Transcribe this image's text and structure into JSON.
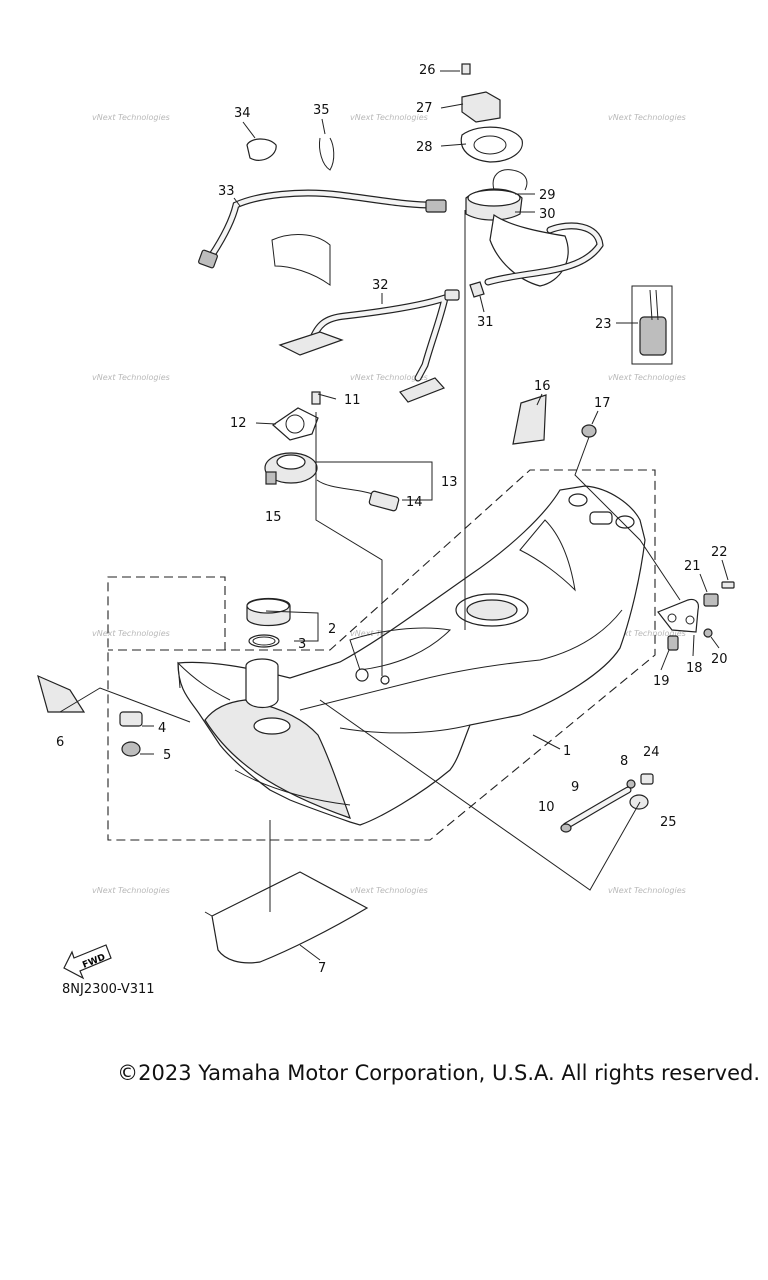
{
  "diagram": {
    "code": "8NJ2300-V311",
    "fwd_label": "FWD",
    "watermark": "vNext Technologies",
    "callouts": [
      "1",
      "2",
      "3",
      "4",
      "5",
      "6",
      "7",
      "8",
      "9",
      "10",
      "11",
      "12",
      "13",
      "14",
      "15",
      "16",
      "17",
      "18",
      "19",
      "20",
      "21",
      "22",
      "23",
      "24",
      "25",
      "26",
      "27",
      "28",
      "29",
      "30",
      "31",
      "32",
      "33",
      "34",
      "35"
    ]
  },
  "footer": {
    "copyright": "©2023 Yamaha Motor Corporation, U.S.A. All rights reserved."
  }
}
